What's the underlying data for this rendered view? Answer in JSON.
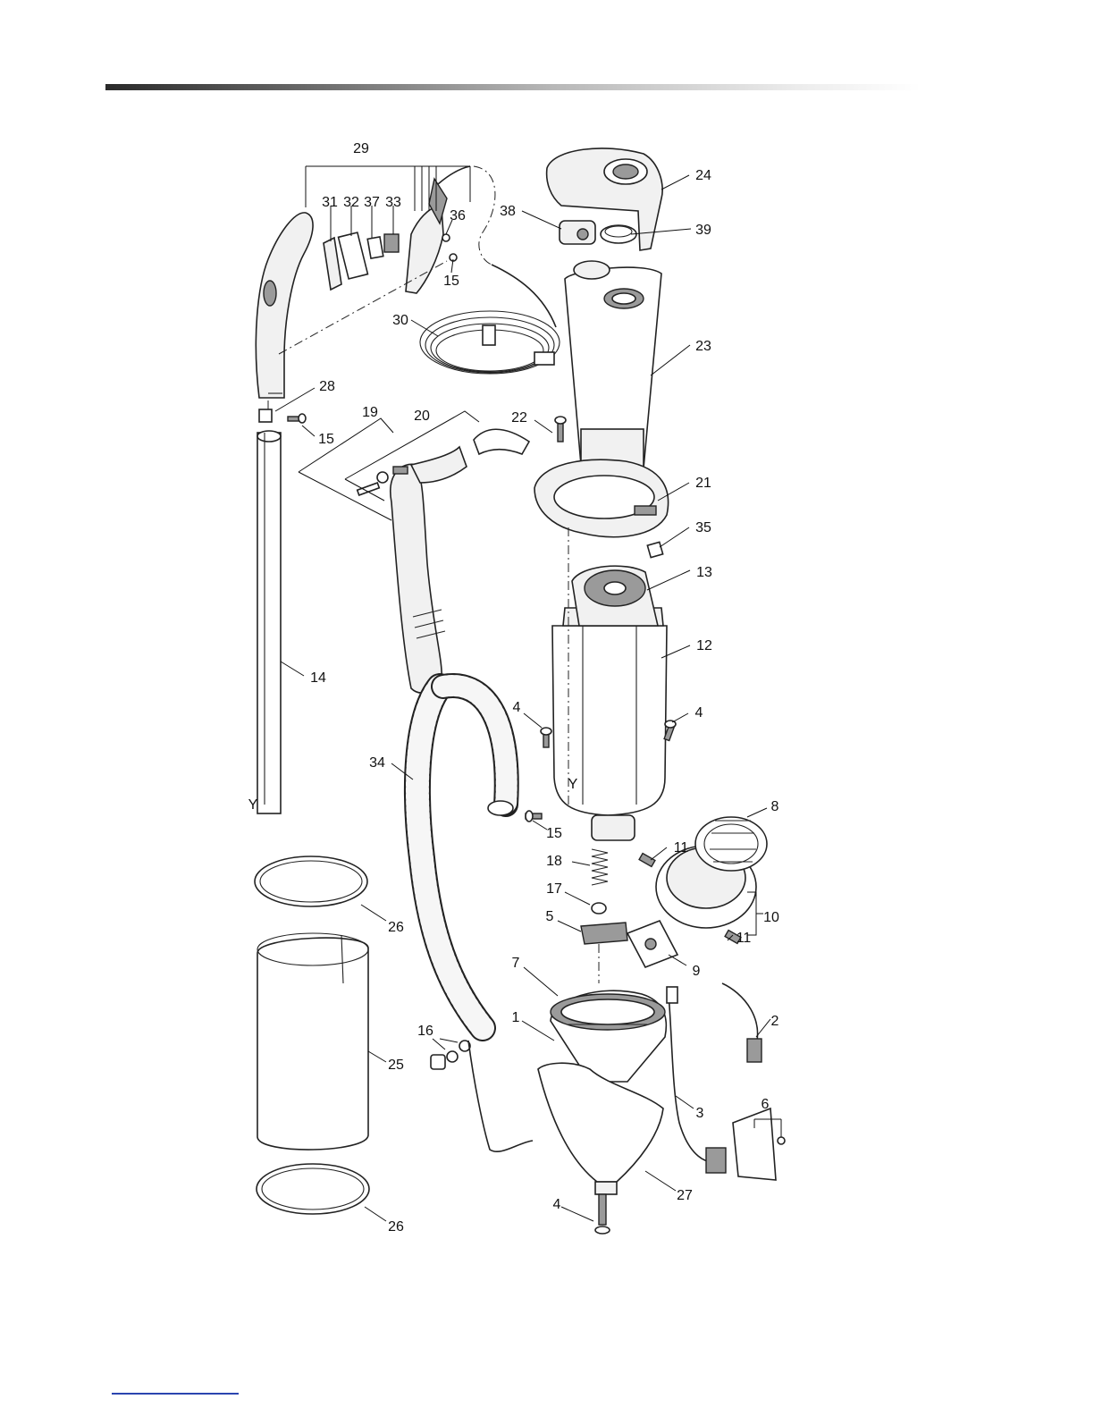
{
  "figure": {
    "axis_marks": [
      "Y",
      "Y"
    ]
  },
  "callouts": [
    {
      "id": "29",
      "label": "29"
    },
    {
      "id": "31",
      "label": "31"
    },
    {
      "id": "32",
      "label": "32"
    },
    {
      "id": "37",
      "label": "37"
    },
    {
      "id": "33",
      "label": "33"
    },
    {
      "id": "36",
      "label": "36"
    },
    {
      "id": "15a",
      "label": "15"
    },
    {
      "id": "24",
      "label": "24"
    },
    {
      "id": "38",
      "label": "38"
    },
    {
      "id": "39",
      "label": "39"
    },
    {
      "id": "30",
      "label": "30"
    },
    {
      "id": "23",
      "label": "23"
    },
    {
      "id": "28",
      "label": "28"
    },
    {
      "id": "15b",
      "label": "15"
    },
    {
      "id": "19",
      "label": "19"
    },
    {
      "id": "20",
      "label": "20"
    },
    {
      "id": "22",
      "label": "22"
    },
    {
      "id": "21",
      "label": "21"
    },
    {
      "id": "35",
      "label": "35"
    },
    {
      "id": "13",
      "label": "13"
    },
    {
      "id": "12",
      "label": "12"
    },
    {
      "id": "14",
      "label": "14"
    },
    {
      "id": "4a",
      "label": "4"
    },
    {
      "id": "4b",
      "label": "4"
    },
    {
      "id": "34",
      "label": "34"
    },
    {
      "id": "8",
      "label": "8"
    },
    {
      "id": "15c",
      "label": "15"
    },
    {
      "id": "11a",
      "label": "11"
    },
    {
      "id": "18",
      "label": "18"
    },
    {
      "id": "17",
      "label": "17"
    },
    {
      "id": "10",
      "label": "10"
    },
    {
      "id": "5",
      "label": "5"
    },
    {
      "id": "11b",
      "label": "11"
    },
    {
      "id": "26a",
      "label": "26"
    },
    {
      "id": "9",
      "label": "9"
    },
    {
      "id": "7",
      "label": "7"
    },
    {
      "id": "1",
      "label": "1"
    },
    {
      "id": "2",
      "label": "2"
    },
    {
      "id": "16",
      "label": "16"
    },
    {
      "id": "25",
      "label": "25"
    },
    {
      "id": "3",
      "label": "3"
    },
    {
      "id": "6",
      "label": "6"
    },
    {
      "id": "27",
      "label": "27"
    },
    {
      "id": "4c",
      "label": "4"
    },
    {
      "id": "26b",
      "label": "26"
    }
  ]
}
